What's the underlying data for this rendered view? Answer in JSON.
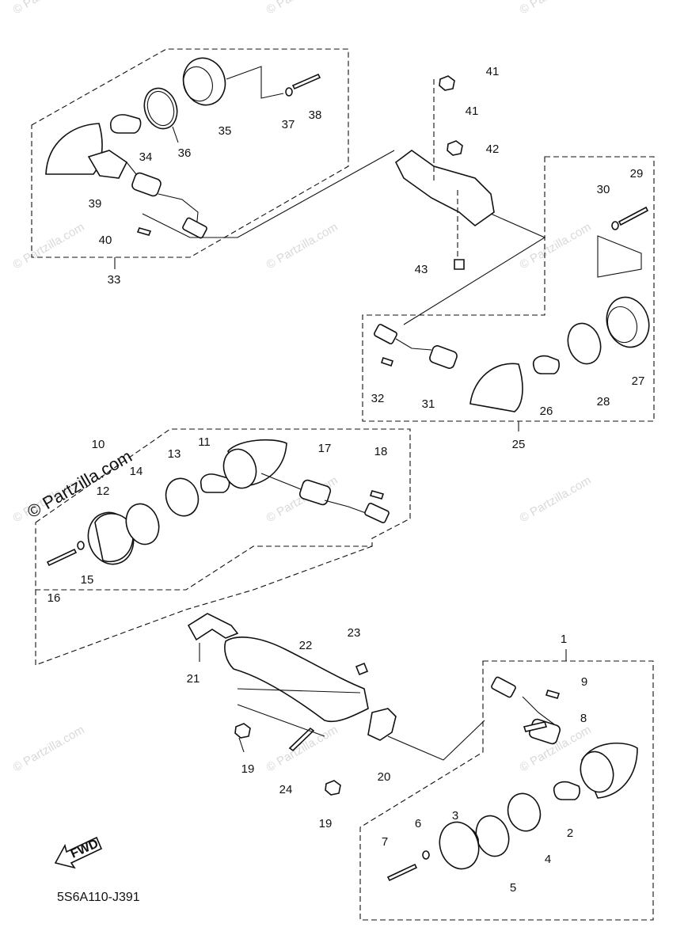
{
  "watermark": {
    "text": "© Partzilla.com",
    "corner_text": "© Partzilla.com"
  },
  "diagram_code": "5S6A110-J391",
  "fwd_label": "FWD",
  "callouts": [
    "1",
    "2",
    "3",
    "4",
    "5",
    "6",
    "7",
    "8",
    "9",
    "10",
    "11",
    "12",
    "13",
    "14",
    "15",
    "16",
    "17",
    "18",
    "19",
    "19",
    "20",
    "21",
    "22",
    "23",
    "24",
    "25",
    "26",
    "27",
    "28",
    "29",
    "30",
    "31",
    "32",
    "33",
    "34",
    "35",
    "36",
    "37",
    "38",
    "39",
    "40",
    "41",
    "41",
    "42",
    "43"
  ]
}
